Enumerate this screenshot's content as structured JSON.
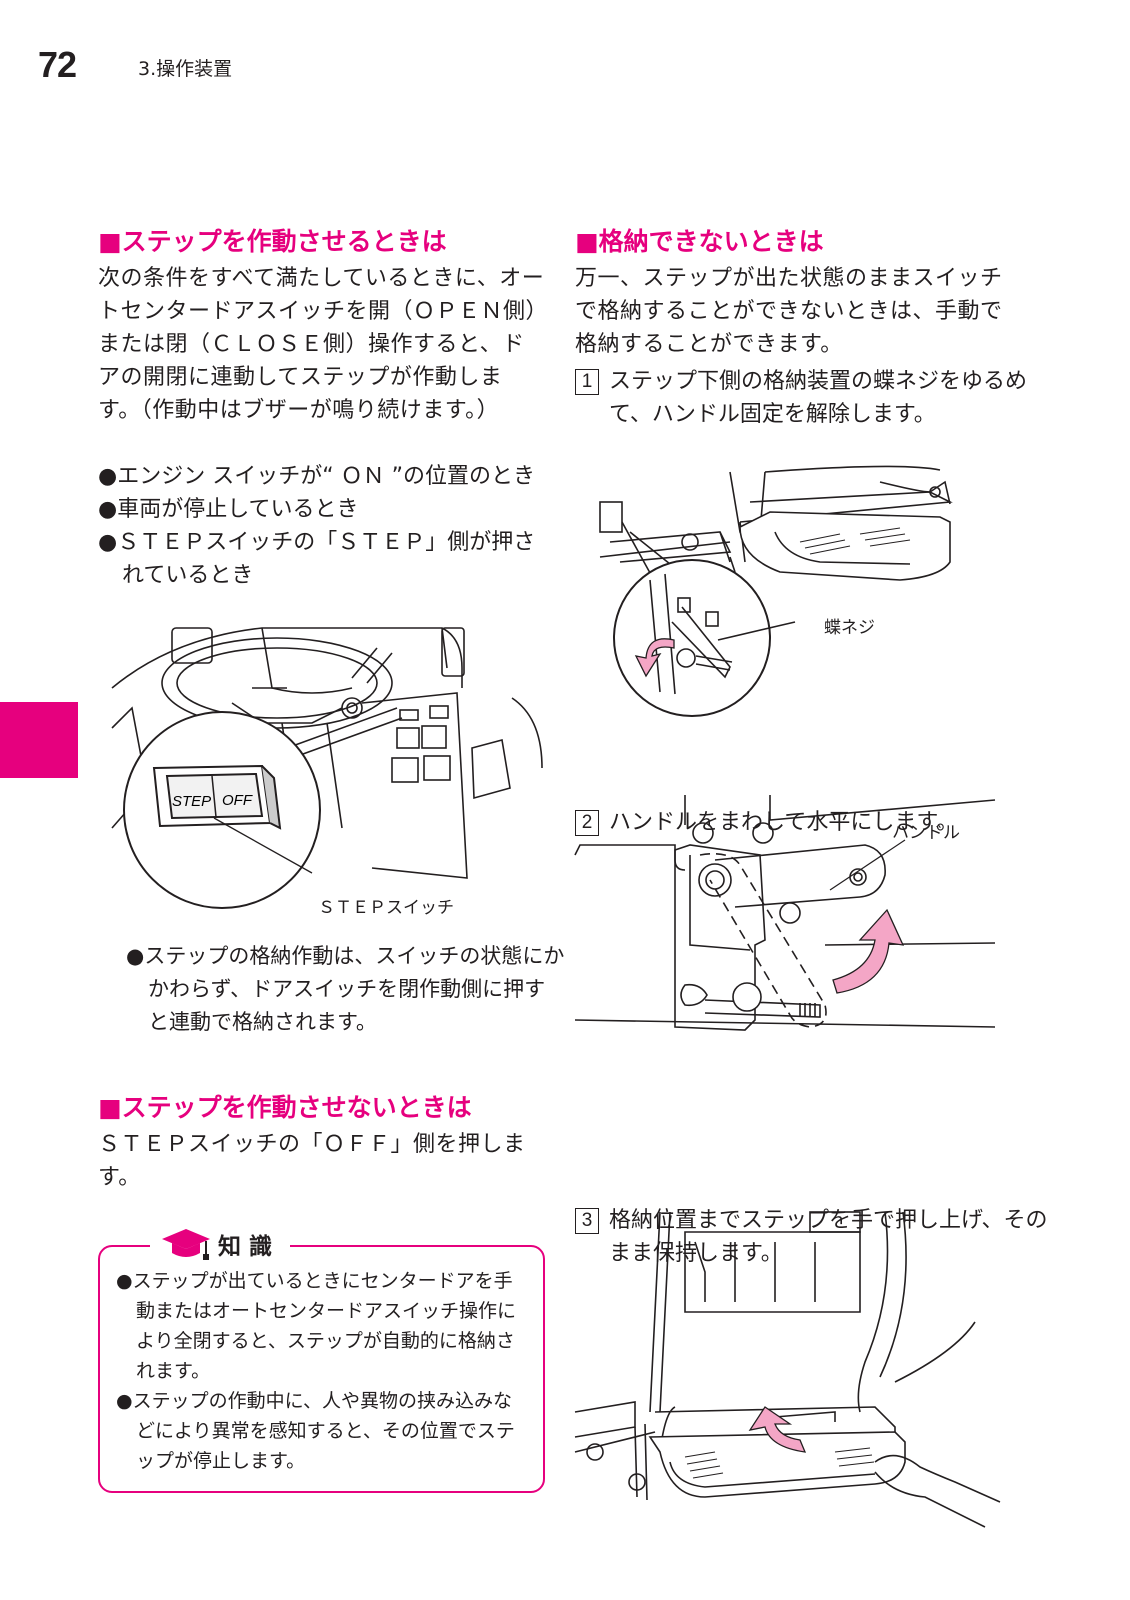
{
  "header": {
    "page_number": "72",
    "chapter": "3.操作装置"
  },
  "left": {
    "h1": "■ステップを作動させるときは",
    "p1": "次の条件をすべて満たしているときに、オートセンタードアスイッチを開（ＯＰＥＮ側）または閉（ＣＬＯＳＥ側）操作すると、ドアの開閉に連動してステップが作動します。（作動中はブザーが鳴り続けます。）",
    "bullets": [
      "●エンジン スイッチが“ ＯＮ ”の位置のとき",
      "●車両が停止しているとき",
      "●ＳＴＥＰスイッチの「ＳＴＥＰ」側が押されているとき"
    ],
    "fig1_switch_step": "STEP",
    "fig1_switch_off": "OFF",
    "fig1_label": "ＳＴＥＰスイッチ",
    "note": "●ステップの格納作動は、スイッチの状態にかかわらず、ドアスイッチを閉作動側に押すと連動で格納されます。",
    "h2": "■ステップを作動させないときは",
    "p2": "ＳＴＥＰスイッチの「ＯＦＦ」側を押します。",
    "knowledge": {
      "title": "知識",
      "items": [
        "●ステップが出ているときにセンタードアを手動またはオートセンタードアスイッチ操作により全閉すると、ステップが自動的に格納されます。",
        "●ステップの作動中に、人や異物の挟み込みなどにより異常を感知すると、その位置でステップが停止します。"
      ]
    }
  },
  "right": {
    "h1": "■格納できないときは",
    "p1": "万一、ステップが出た状態のままスイッチで格納することができないときは、手動で格納することができます。",
    "steps": [
      {
        "num": "1",
        "text": "ステップ下側の格納装置の蝶ネジをゆるめて、ハンドル固定を解除します。"
      },
      {
        "num": "2",
        "text": "ハンドルをまわして水平にします。"
      },
      {
        "num": "3",
        "text": "格納位置までステップを手で押し上げ、そのまま保持します。"
      }
    ],
    "fig2_label": "蝶ネジ",
    "fig3_label": "ハンドル"
  },
  "colors": {
    "accent": "#e6007e",
    "arrow_pink": "#f4a6c6"
  }
}
